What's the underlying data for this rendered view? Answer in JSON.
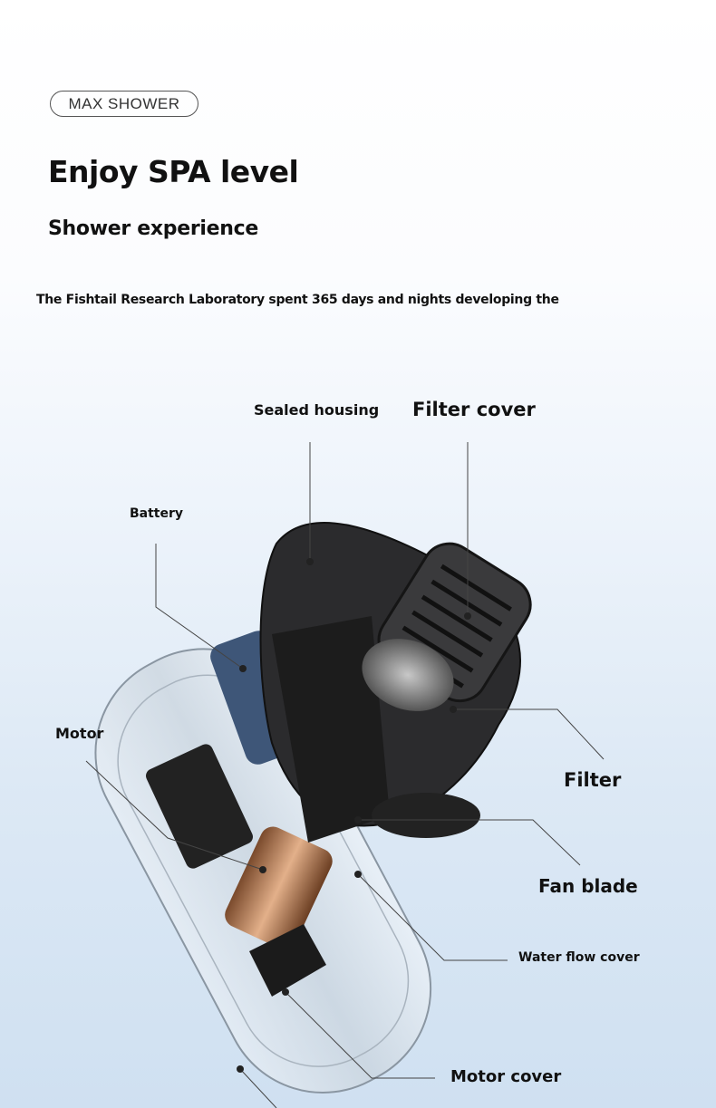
{
  "badge": "MAX SHOWER",
  "headline": "Enjoy SPA level",
  "subheadline": "Shower experience",
  "description": "The Fishtail Research Laboratory spent 365 days and nights developing the",
  "labels": {
    "sealed_housing": "Sealed housing",
    "filter_cover": "Filter cover",
    "battery": "Battery",
    "motor": "Motor",
    "filter": "Filter",
    "fan_blade": "Fan blade",
    "water_flow_cover": "Water flow cover",
    "motor_cover": "Motor cover"
  }
}
